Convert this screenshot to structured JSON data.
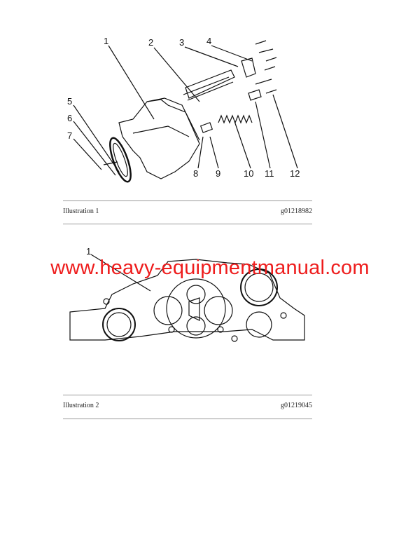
{
  "illustration1": {
    "callouts": [
      "1",
      "2",
      "3",
      "4",
      "5",
      "6",
      "7",
      "8",
      "9",
      "10",
      "11",
      "12"
    ],
    "caption_label": "Illustration 1",
    "caption_id": "g01218982"
  },
  "illustration2": {
    "callouts": [
      "1"
    ],
    "caption_label": "Illustration 2",
    "caption_id": "g01219045"
  },
  "watermark": "www.heavy-equipmentmanual.com"
}
